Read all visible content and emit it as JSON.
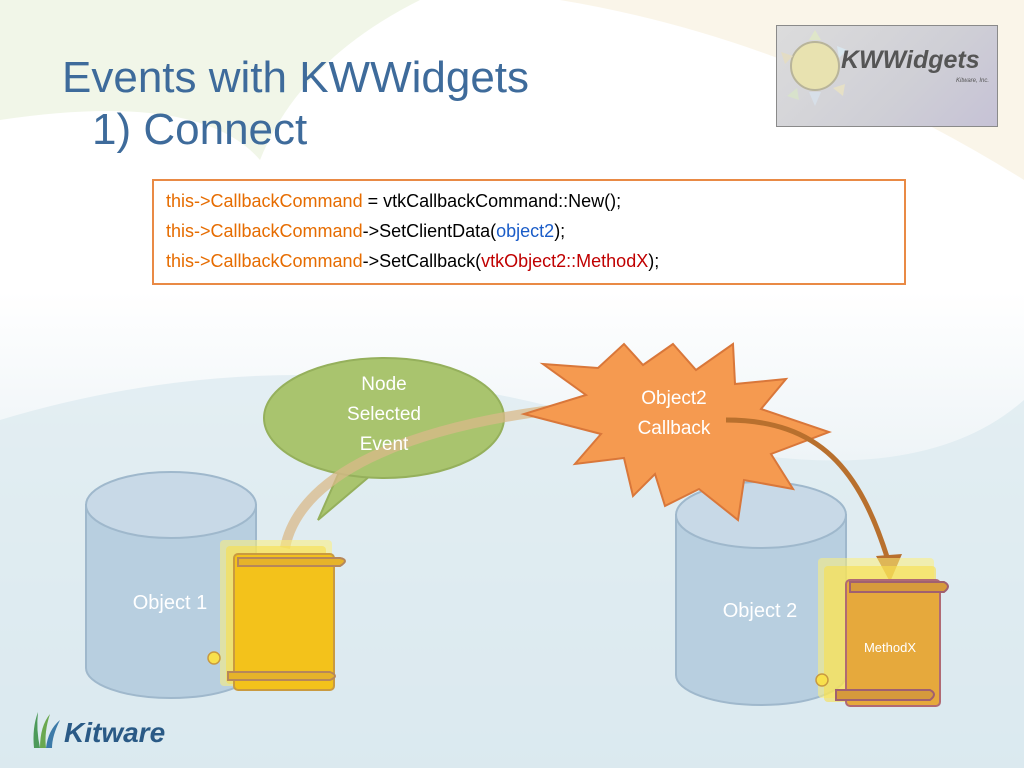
{
  "slide": {
    "title_line1": "Events with KWWidgets",
    "title_line2": "1) Connect"
  },
  "logo": {
    "name": "KWWidgets",
    "sub": "Kitware, Inc."
  },
  "code": {
    "line1": {
      "a": "this->CallbackCommand",
      "b": " = vtkCallbackCommand::New();"
    },
    "line2": {
      "a": "this->CallbackCommand",
      "b": "->SetClientData(",
      "c": "object2",
      "d": ");"
    },
    "line3": {
      "a": "this->CallbackCommand",
      "b": "->SetCallback(",
      "c": "vtkObject2::MethodX",
      "d": ");"
    }
  },
  "diagram": {
    "object1": "Object 1",
    "object2": "Object 2",
    "bubble": [
      "Node",
      "Selected",
      "Event"
    ],
    "star": [
      "Object2",
      "Callback"
    ],
    "method": "MethodX"
  },
  "footer": {
    "brand": "Kitware"
  },
  "colors": {
    "title": "#3e6b9b",
    "code_border": "#e98a45",
    "code_orange": "#e66c00",
    "code_blue": "#1a5cc8",
    "code_red": "#c00000",
    "cylinder": "#b8cfe0",
    "bubble": "#a9c46e",
    "star": "#f59a50",
    "scroll": "#f3c21b",
    "arrow": "#b8702e"
  }
}
